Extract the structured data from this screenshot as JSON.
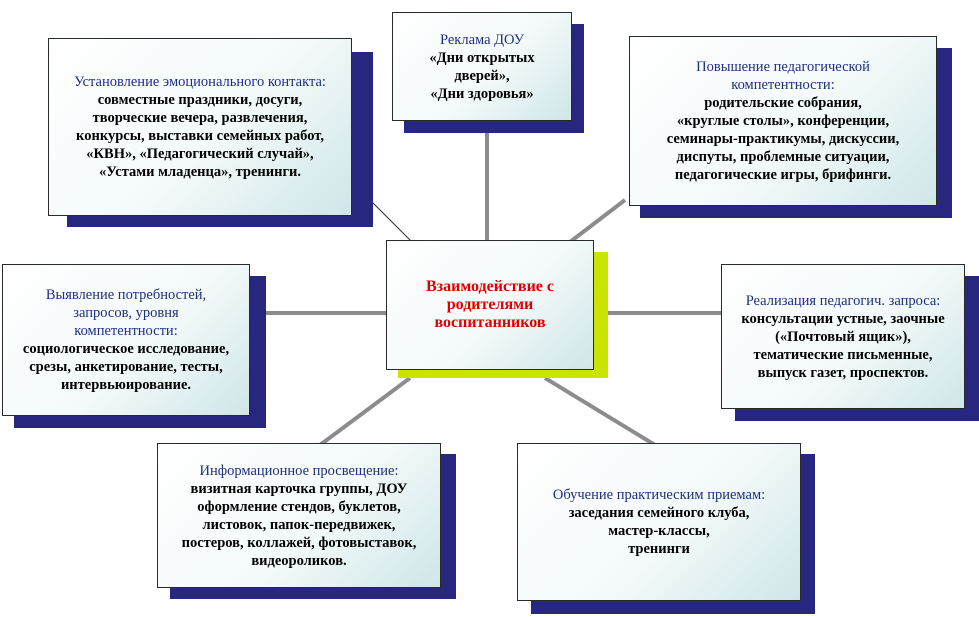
{
  "center": {
    "lines": [
      "Взаимодействие с",
      "родителями",
      "воспитанников"
    ]
  },
  "nodes": {
    "ad": {
      "title": "Реклама ДОУ",
      "lines": [
        "«Дни открытых",
        "дверей»,",
        "«Дни здоровья»"
      ]
    },
    "emotional": {
      "title": "Установление эмоционального контакта:",
      "lines": [
        "совместные праздники, досуги,",
        "творческие вечера, развлечения,",
        "конкурсы, выставки семейных работ,",
        "«КВН», «Педагогический случай»,",
        "«Устами младенца», тренинги."
      ]
    },
    "competence": {
      "title": "Повышение педагогической компетентности:",
      "lines": [
        "родительские собрания,",
        "«круглые столы», конференции,",
        "семинары-практикумы, дискуссии,",
        "диспуты, проблемные ситуации,",
        "педагогические игры,  брифинги."
      ]
    },
    "needs": {
      "title": "Выявление потребностей, запросов, уровня компетентности:",
      "lines": [
        "социологическое исследование,",
        "срезы, анкетирование, тесты,",
        "интервьюирование."
      ]
    },
    "request": {
      "title": "Реализация педагогич. запроса:",
      "lines": [
        "консультации устные, заочные",
        "(«Почтовый ящик»),",
        "тематические письменные,",
        "выпуск газет, проспектов."
      ]
    },
    "info": {
      "title": "Информационное просвещение:",
      "lines": [
        "визитная карточка группы, ДОУ",
        "оформление стендов, буклетов,",
        "листовок, папок-передвижек,",
        "постеров, коллажей, фотовыставок,",
        "видеороликов."
      ]
    },
    "practical": {
      "title": "Обучение практическим приемам:",
      "lines": [
        "заседания семейного клуба,",
        "мастер-классы,",
        "тренинги"
      ]
    }
  },
  "colors": {
    "shadow": "#27277f",
    "center_shadow": "#c8e400",
    "title": "#1f2f80",
    "center_text": "#e00000",
    "connector": "#8c8c8c"
  }
}
